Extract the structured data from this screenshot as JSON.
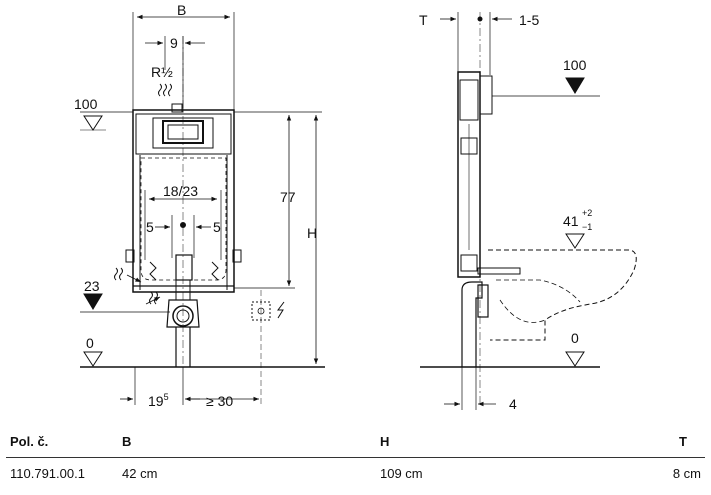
{
  "front_view": {
    "dim_B": "B",
    "dim_9": "9",
    "dim_R": "R½",
    "level_top": "100",
    "dim_77": "77",
    "dim_H": "H",
    "dim_18_23": "18/23",
    "dim_5_left": "5",
    "dim_5_right": "5",
    "level_23": "23",
    "level_0": "0",
    "dim_19_base": "19",
    "dim_19_sup": "5",
    "dim_30": "≥ 30"
  },
  "side_view": {
    "dim_T": "T",
    "dim_1_5": "1-5",
    "level_top": "100",
    "level_41_base": "41",
    "level_41_sup": "+2",
    "level_41_sub": "−1",
    "level_0": "0",
    "dim_4": "4"
  },
  "table": {
    "headers": [
      "Pol. č.",
      "B",
      "H",
      "T"
    ],
    "rows": [
      [
        "110.791.00.1",
        "42 cm",
        "109 cm",
        "8 cm"
      ]
    ]
  }
}
